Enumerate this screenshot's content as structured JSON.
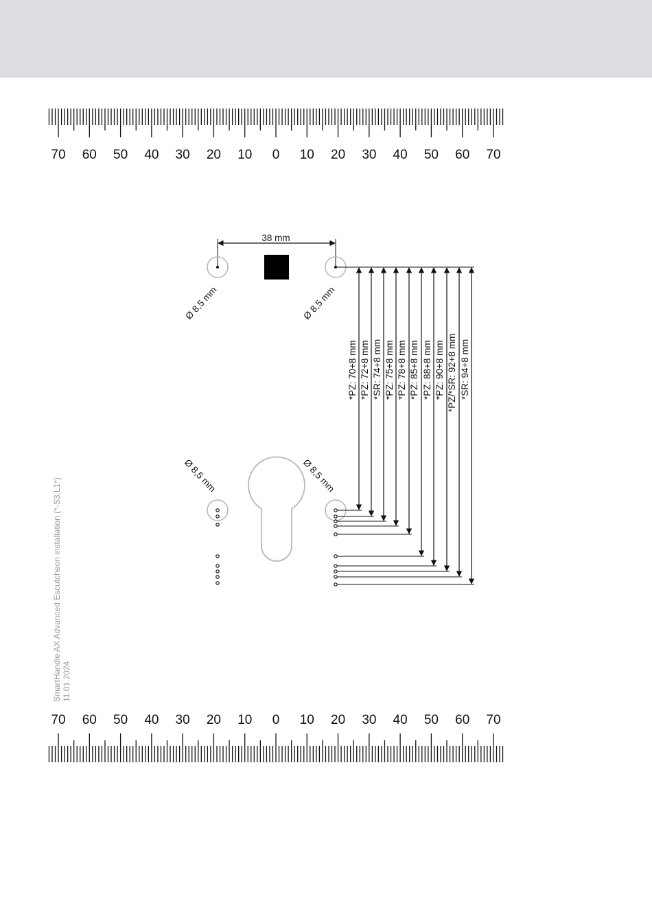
{
  "ruler": {
    "top_labels": [
      "70",
      "60",
      "50",
      "40",
      "30",
      "20",
      "10",
      "0",
      "10",
      "20",
      "30",
      "40",
      "50",
      "60",
      "70"
    ],
    "bottom_labels": [
      "70",
      "60",
      "50",
      "40",
      "30",
      "20",
      "10",
      "0",
      "10",
      "20",
      "30",
      "40",
      "50",
      "60",
      "70"
    ]
  },
  "drawing": {
    "width_dimension": "38 mm",
    "hole_labels": [
      "Ø 8,5 mm",
      "Ø 8,5 mm",
      "Ø 8,5 mm",
      "Ø 8,5 mm"
    ],
    "distance_labels": [
      "*PZ: 70+8 mm",
      "*PZ: 72+8 mm",
      "*SR: 74+8 mm",
      "*PZ: 75+8 mm",
      "*PZ: 78+8 mm",
      "*PZ: 85+8 mm",
      "*PZ: 88+8 mm",
      "*PZ: 90+8 mm",
      "*PZ/*SR: 92+8 mm",
      "*SR: 94+8 mm"
    ]
  },
  "side_note": {
    "title": "SmartHandle AX Advanced Escutcheon installation (*-S3.L1*)",
    "date": "11.01.2024"
  },
  "colors": {
    "header_band": "#dcdde0",
    "ink": "#111111",
    "hole_outline": "#b5b5b5",
    "keyhole_outline": "#b8b8b8",
    "note_text": "#9a9a9a"
  }
}
